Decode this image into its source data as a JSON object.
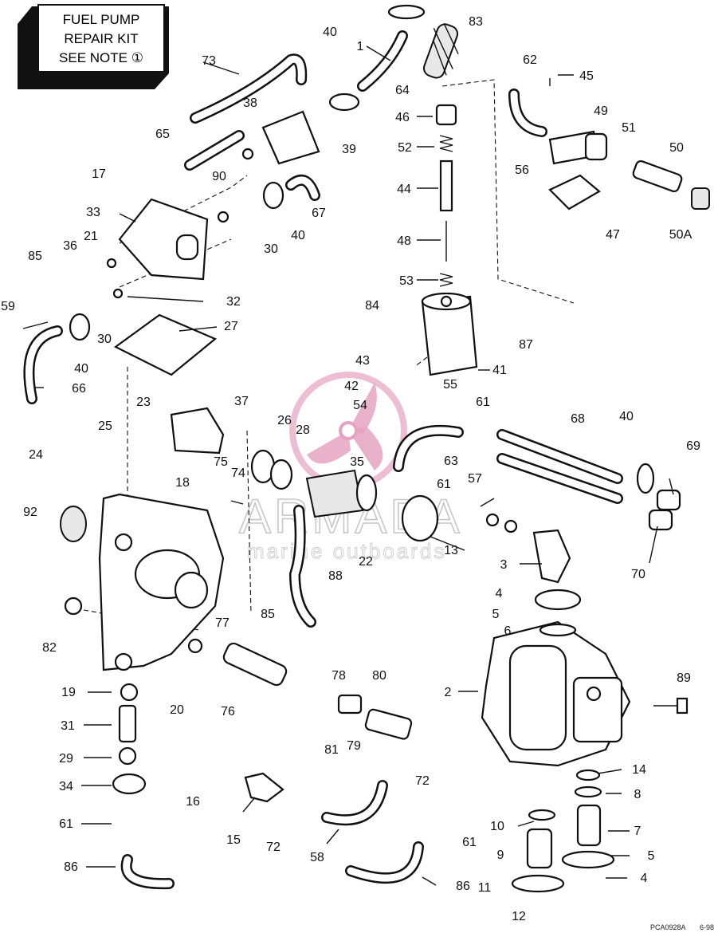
{
  "note": {
    "line1": "FUEL PUMP",
    "line2": "REPAIR KIT",
    "line3": "SEE NOTE ①"
  },
  "watermark": {
    "brand": "ARMADA",
    "tagline": "marine outboards",
    "logo_color": "#e6a3c1"
  },
  "footer": {
    "code": "PCA0928A",
    "date": "6-98"
  },
  "callouts": {
    "c1": "1",
    "c2": "2",
    "c3": "3",
    "c4a": "4",
    "c4b": "4",
    "c5a": "5",
    "c5b": "5",
    "c6": "6",
    "c7": "7",
    "c8": "8",
    "c9": "9",
    "c10": "10",
    "c11": "11",
    "c12": "12",
    "c13": "13",
    "c14": "14",
    "c15": "15",
    "c16": "16",
    "c17": "17",
    "c18": "18",
    "c19": "19",
    "c20": "20",
    "c21": "21",
    "c22": "22",
    "c23": "23",
    "c24": "24",
    "c25": "25",
    "c26": "26",
    "c27": "27",
    "c28": "28",
    "c29": "29",
    "c30a": "30",
    "c30b": "30",
    "c31": "31",
    "c32": "32",
    "c33": "33",
    "c34": "34",
    "c35": "35",
    "c36": "36",
    "c37": "37",
    "c38": "38",
    "c39": "39",
    "c40a": "40",
    "c40b": "40",
    "c40c": "40",
    "c40d": "40",
    "c41": "41",
    "c42": "42",
    "c43": "43",
    "c44": "44",
    "c45": "45",
    "c46": "46",
    "c47": "47",
    "c48": "48",
    "c49": "49",
    "c50": "50",
    "c50a": "50A",
    "c51": "51",
    "c52": "52",
    "c53": "53",
    "c54": "54",
    "c55": "55",
    "c56": "56",
    "c57": "57",
    "c58": "58",
    "c59": "59",
    "c61a": "61",
    "c61b": "61",
    "c61c": "61",
    "c61d": "61",
    "c62": "62",
    "c63": "63",
    "c64": "64",
    "c65": "65",
    "c66": "66",
    "c67": "67",
    "c68": "68",
    "c69": "69",
    "c70": "70",
    "c72a": "72",
    "c72b": "72",
    "c73": "73",
    "c74": "74",
    "c75": "75",
    "c76": "76",
    "c77": "77",
    "c78": "78",
    "c79": "79",
    "c80": "80",
    "c81": "81",
    "c82": "82",
    "c83": "83",
    "c84": "84",
    "c85a": "85",
    "c85b": "85",
    "c86a": "86",
    "c86b": "86",
    "c87": "87",
    "c88": "88",
    "c89": "89",
    "c90": "90",
    "c92": "92"
  }
}
